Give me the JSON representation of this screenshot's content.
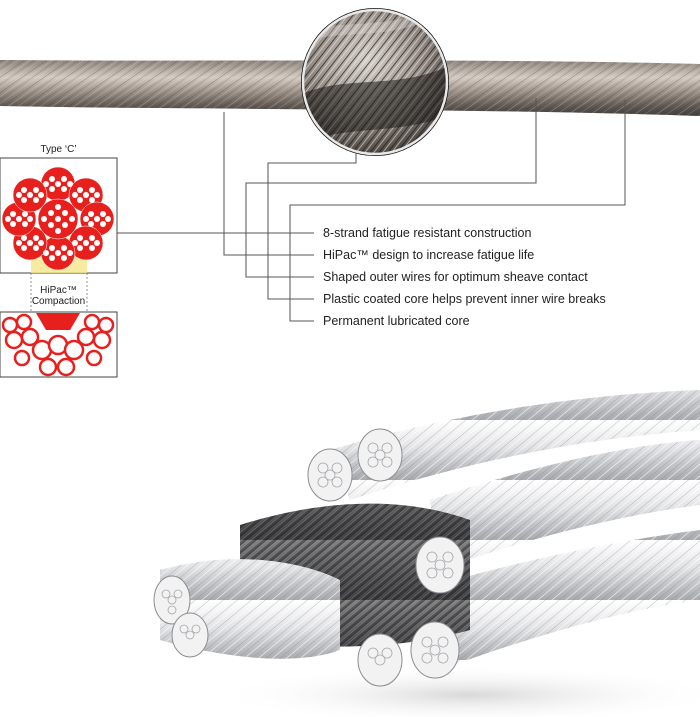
{
  "cross_section": {
    "type_label": "Type ‘C’",
    "compaction_line1": "HiPac™",
    "compaction_line2": "Compaction"
  },
  "features": [
    "8-strand fatigue resistant construction",
    "HiPac™ design to increase fatigue life",
    "Shaped outer wires for optimum sheave contact",
    "Plastic coated core helps prevent inner wire breaks",
    "Permanent lubricated core"
  ],
  "icons": {
    "rope": "wire-rope-photo",
    "magnifier": "magnified-rope-detail",
    "cutaway": "rope-cutaway-render",
    "section": "rope-cross-section"
  },
  "colors": {
    "accent_red": "#e8201d",
    "highlight": "#f7e58a",
    "leader": "#555555",
    "rope_dark": "#4a4440",
    "rope_light": "#c9bfb5"
  }
}
